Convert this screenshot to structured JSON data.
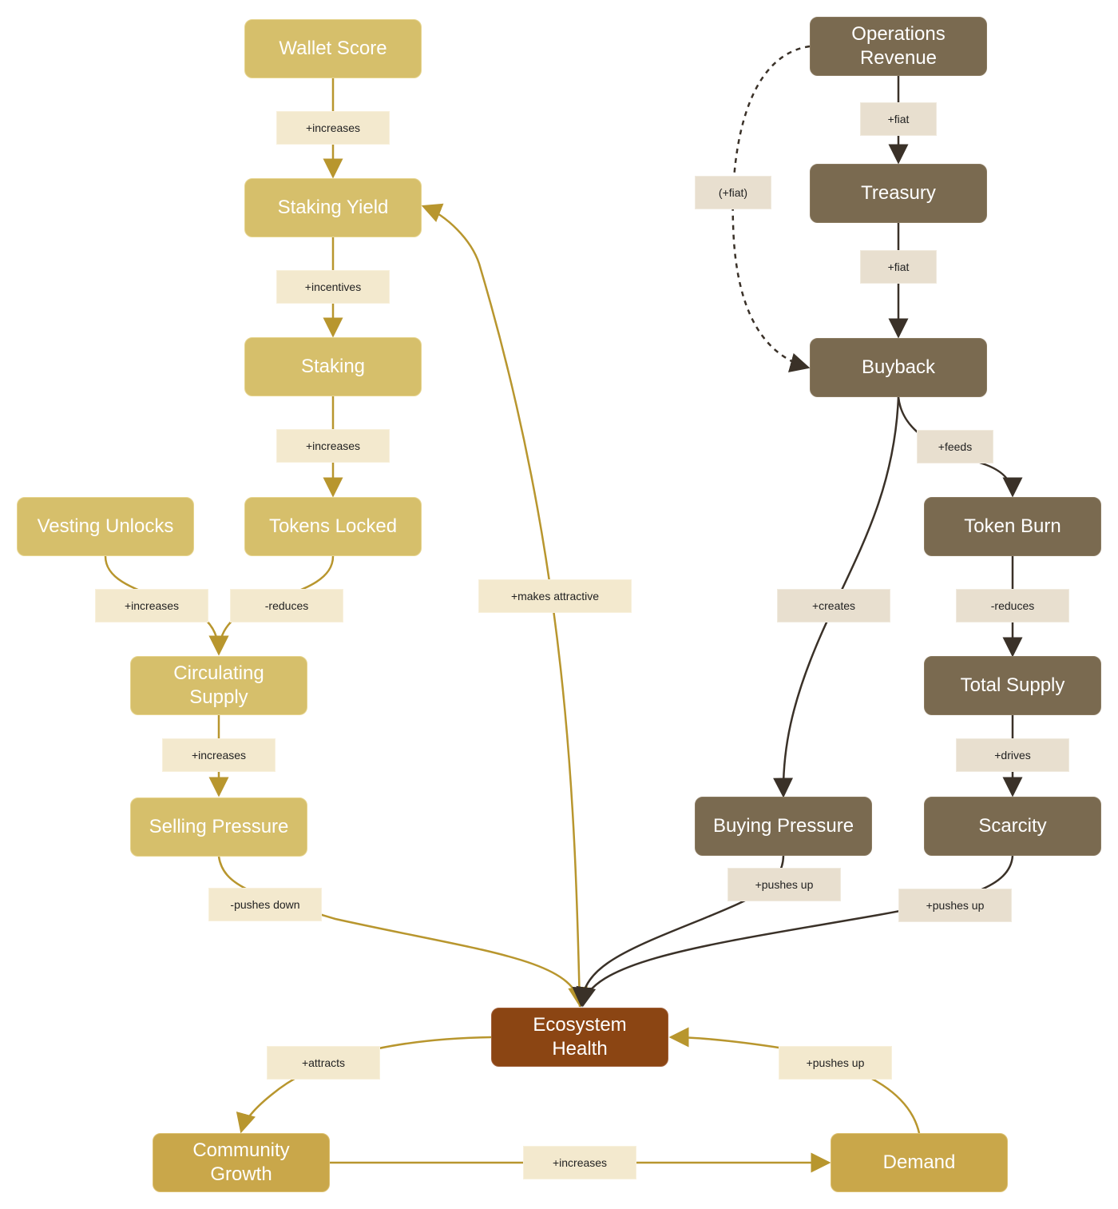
{
  "nodes": {
    "wallet_score": "Wallet Score",
    "staking_yield": "Staking Yield",
    "staking": "Staking",
    "tokens_locked": "Tokens Locked",
    "vesting_unlocks": "Vesting Unlocks",
    "circulating_supply": "Circulating Supply",
    "selling_pressure": "Selling Pressure",
    "operations_revenue": "Operations Revenue",
    "treasury": "Treasury",
    "buyback": "Buyback",
    "token_burn": "Token Burn",
    "total_supply": "Total Supply",
    "scarcity": "Scarcity",
    "buying_pressure": "Buying Pressure",
    "ecosystem_health": "Ecosystem Health",
    "community_growth": "Community Growth",
    "demand": "Demand"
  },
  "edges": {
    "ws_sy": "+increases",
    "sy_st": "+incentives",
    "st_tl": "+increases",
    "vu_cs": "+increases",
    "tl_cs": "-reduces",
    "eh_sy": "+makes attractive",
    "cs_sp": "+increases",
    "sp_eh": "-pushes down",
    "or_tr": "+fiat",
    "or_bb": "(+fiat)",
    "tr_bb": "+fiat",
    "bb_tb": "+feeds",
    "bb_bp": "+creates",
    "tb_ts": "-reduces",
    "ts_sc": "+drives",
    "bp_eh": "+pushes up",
    "sc_eh": "+pushes up",
    "eh_cg": "+attracts",
    "cg_de": "+increases",
    "de_eh": "+pushes up"
  },
  "colors": {
    "gold": "#d6bf6b",
    "brown": "#7a6a50",
    "ecosystem": "#8b4513",
    "growth": "#c9a74a",
    "edge_gold": "#b8962e",
    "edge_dark": "#3a3128"
  }
}
